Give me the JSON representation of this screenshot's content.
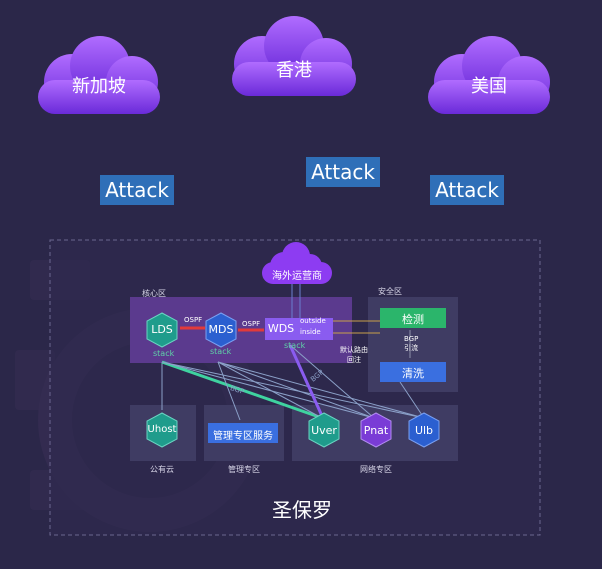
{
  "clouds": {
    "singapore": "新加坡",
    "hongkong": "香港",
    "usa": "美国"
  },
  "attack_labels": [
    "Attack",
    "Attack",
    "Attack"
  ],
  "top_cloud": "海外运营商",
  "zones": {
    "core": "核心区",
    "security": "安全区",
    "public_cloud": "公有云",
    "mgmt": "管理专区",
    "network": "网络专区"
  },
  "nodes": {
    "lds": "LDS",
    "mds": "MDS",
    "wds": "WDS",
    "uhost": "Uhost",
    "mgmt_service": "管理专区服务",
    "uver": "Uver",
    "pnat": "Pnat",
    "ulb": "Ulb"
  },
  "link_labels": {
    "ospf1": "OSPF",
    "ospf2": "OSPF",
    "stack_lds": "stack",
    "stack_mds": "stack",
    "stack_wds": "stack",
    "outside": "outside",
    "inside": "inside",
    "bgp_route": "BGP\n引流",
    "default_route": "默认路由\n回注",
    "bgp1": "BGP",
    "bgp2": "BGP"
  },
  "security_boxes": {
    "detect": "检测",
    "clean": "清洗"
  },
  "footer": "圣保罗",
  "colors": {
    "background": "#2b2749",
    "cloud": "#8d3cf2",
    "attack": "#2f6fb8",
    "core_zone": "#5b3a8e",
    "teal_hex": "#1f9c8c",
    "blue_hex": "#2b5fd0",
    "purple_hex": "#7a3cd6",
    "green_box": "#2bb56b"
  }
}
